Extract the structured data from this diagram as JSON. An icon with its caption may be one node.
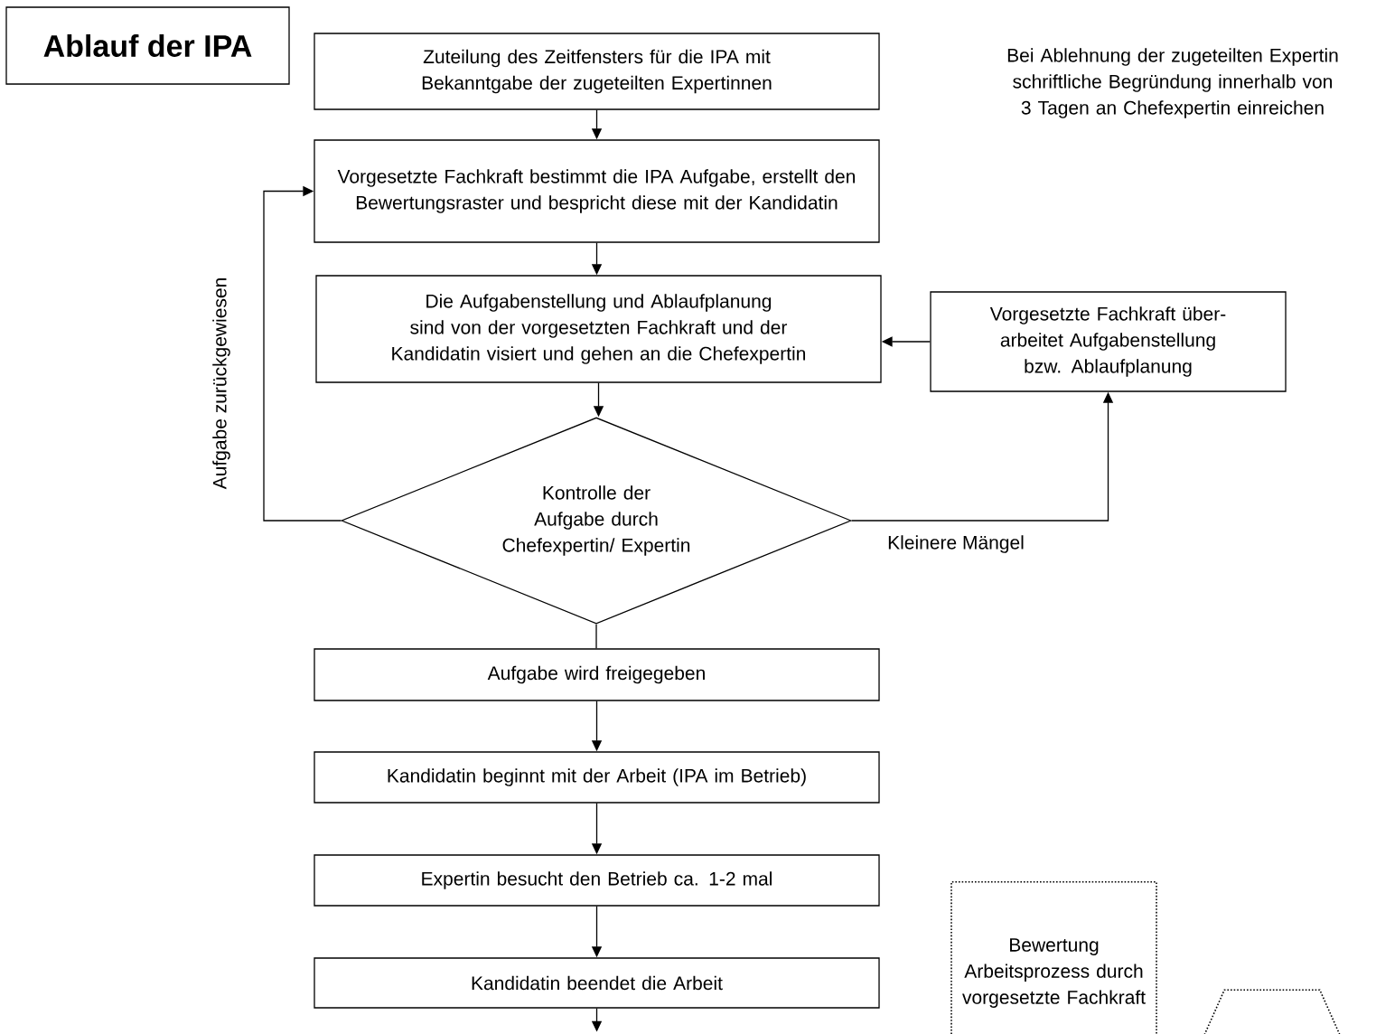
{
  "diagram": {
    "nodes": [
      {
        "text": [
          "Ablauf der IPA"
        ]
      },
      {
        "text": [
          "Zuteilung des Zeitfensters für die IPA mit Bekanntgabe der zugeteilten Expertinnen"
        ]
      },
      {
        "text": [
          "Vorgesetzte Fachkraft bestimmt die IPA Aufgabe, erstellt den Bewertungsraster und bespricht diese mit der Kandidatin"
        ]
      },
      {
        "text": [
          "Die Aufgabenstellung und Ablaufplanung sind von der vorgesetzten Fachkraft und der Kandidatin visiert und gehen an die Chefexpertin"
        ]
      },
      {
        "text": [
          "Kontrolle der Aufgabe durch Chefexpertin/ Expertin"
        ]
      },
      {
        "text": [
          "Vorgesetzte Fachkraft über- arbeitet Aufgabenstellung bzw. Ablaufplanung"
        ]
      },
      {
        "text": [
          "Aufgabe wird freigegeben"
        ]
      },
      {
        "text": [
          "Kandidatin beginnt mit der Arbeit (IPA im Betrieb)"
        ]
      },
      {
        "text": [
          "Expertin besucht den Betrieb ca. 1-2 mal"
        ]
      },
      {
        "text": [
          "Kandidatin beendet die Arbeit"
        ]
      },
      {
        "text": [
          "Bewertung Arbeitsprozess durch vorgesetzte Fachkraft"
        ]
      },
      {
        "text": [],
        "shape": "trapezoid"
      }
    ],
    "edges": [
      {
        "from": 1,
        "to": 2,
        "arrow": "to"
      },
      {
        "from": 2,
        "to": 3,
        "arrow": "to"
      },
      {
        "from": 3,
        "to": 4,
        "arrow": "to"
      },
      {
        "from": 4,
        "to": 2,
        "arrow": "to",
        "label": "Aufgabe zurückgewiesen"
      },
      {
        "from": 4,
        "to": 5,
        "arrow": "to",
        "label": "Kleinere Mängel"
      },
      {
        "from": 5,
        "to": 3,
        "arrow": "to"
      },
      {
        "from": 4,
        "to": 6,
        "arrow": "none"
      },
      {
        "from": 6,
        "to": 7,
        "arrow": "to"
      },
      {
        "from": 7,
        "to": 8,
        "arrow": "to"
      },
      {
        "from": 8,
        "to": 9,
        "arrow": "to"
      },
      {
        "from": 9,
        "to": null,
        "arrow": "to"
      }
    ],
    "labels": [
      "Bei Ablehnung der zugeteilten Expertin schriftliche Begründung innerhalb von 3 Tagen an Chefexpertin einreichen"
    ]
  }
}
